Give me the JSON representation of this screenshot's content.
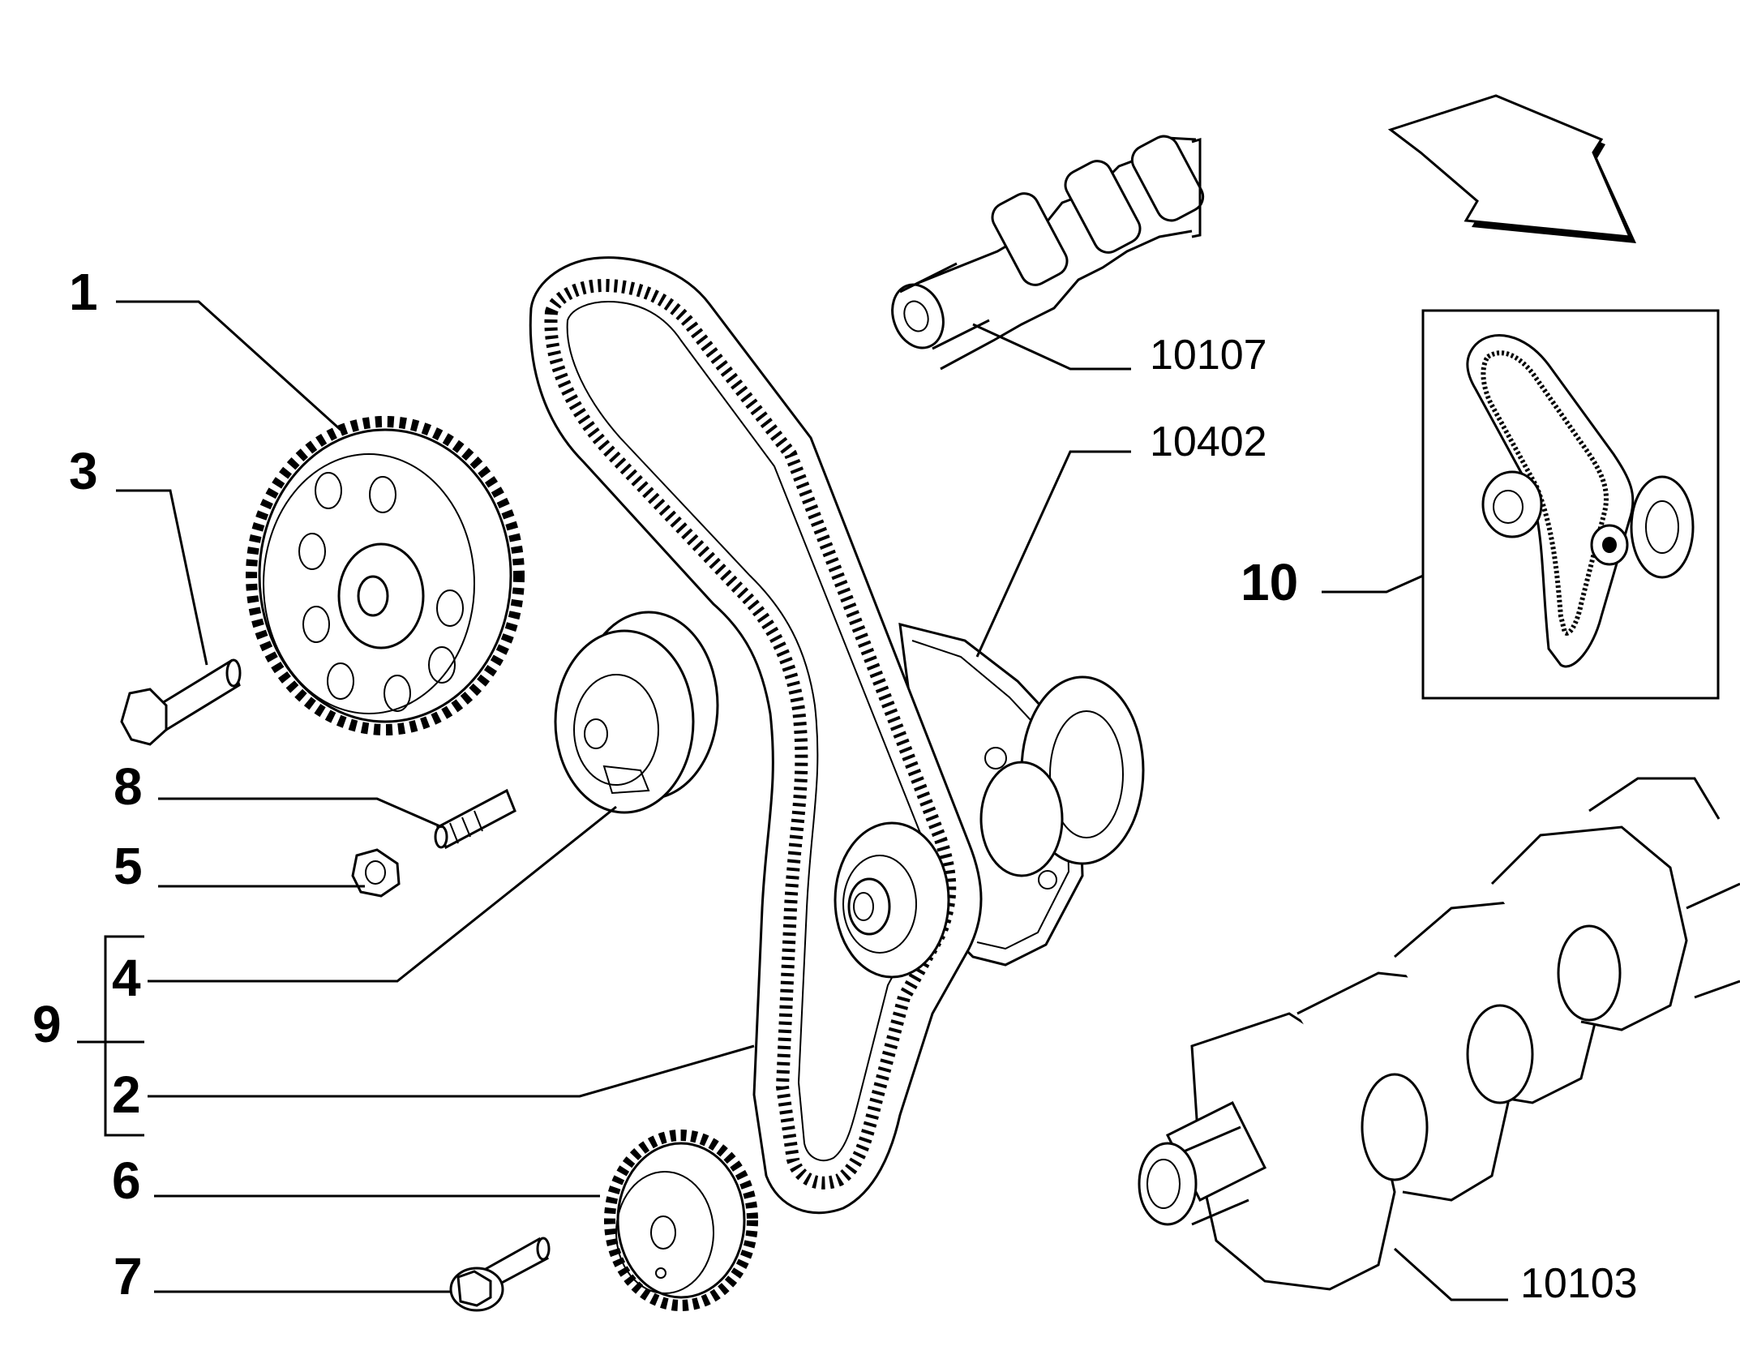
{
  "callouts": {
    "c1": "1",
    "c2": "2",
    "c3": "3",
    "c4": "4",
    "c5": "5",
    "c6": "6",
    "c7": "7",
    "c8": "8",
    "c9": "9",
    "c10": "10",
    "r10107": "10107",
    "r10402": "10402",
    "r10103": "10103"
  },
  "parts": {
    "p1": "camshaft-sprocket",
    "p2": "timing-belt",
    "p3": "hex-bolt",
    "p4": "tensioner-pulley",
    "p5": "hex-nut",
    "p6": "crankshaft-sprocket",
    "p7": "flange-bolt",
    "p8": "stud",
    "p10": "timing-belt-kit-inset",
    "ref10107": "camshaft",
    "ref10402": "belt-cover-plate",
    "ref10103": "crankshaft"
  }
}
